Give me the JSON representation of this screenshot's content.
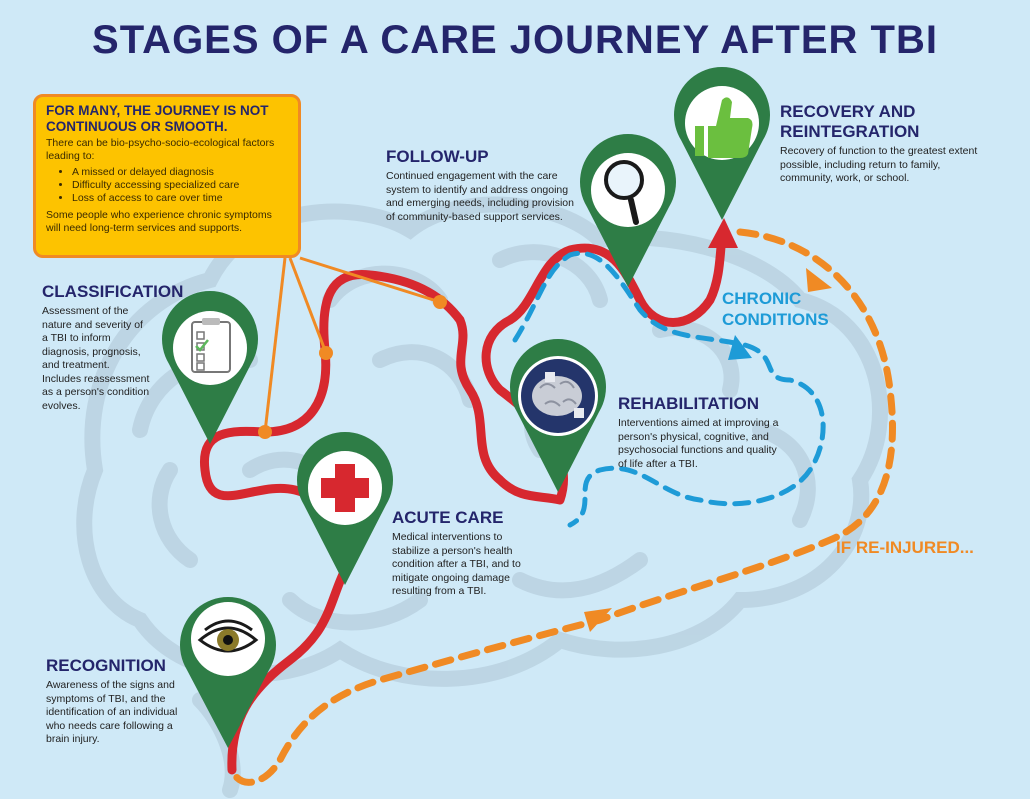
{
  "title": "STAGES OF A CARE JOURNEY AFTER TBI",
  "callout": {
    "heading": "FOR MANY, THE JOURNEY IS NOT CONTINUOUS OR SMOOTH.",
    "intro": "There can be bio-psycho-socio-ecological factors leading to:",
    "bullets": [
      "A missed or delayed diagnosis",
      "Difficulty accessing specialized care",
      "Loss of access to care over time"
    ],
    "note": "Some people who experience chronic symptoms will need long-term services and supports."
  },
  "stages": {
    "classification": {
      "title": "CLASSIFICATION",
      "desc": "Assessment of the nature and severity of a TBI to inform diagnosis, prognosis, and treatment. Includes reassessment as a person's condition evolves."
    },
    "follow_up": {
      "title": "FOLLOW-UP",
      "desc": "Continued engagement with the care system to identify and address ongoing and emerging needs, including provision of community-based support services."
    },
    "recovery": {
      "title_line1": "RECOVERY AND",
      "title_line2": "REINTEGRATION",
      "desc": "Recovery of function to the greatest extent possible, including return to family, community, work, or school."
    },
    "rehabilitation": {
      "title": "REHABILITATION",
      "desc": "Interventions aimed at improving a person's physical, cognitive, and psychosocial functions and quality of life after a TBI."
    },
    "acute_care": {
      "title": "ACUTE CARE",
      "desc": "Medical interventions to stabilize a person's health condition after a TBI, and to mitigate ongoing damage resulting from a TBI."
    },
    "recognition": {
      "title": "RECOGNITION",
      "desc": "Awareness of the signs and symptoms of TBI, and the identification of an individual who needs care following a brain injury."
    }
  },
  "labels": {
    "chronic_line1": "CHRONIC",
    "chronic_line2": "CONDITIONS",
    "reinjured": "IF RE-INJURED..."
  },
  "icons": {
    "recognition": "eye-icon",
    "acute_care": "red-cross-icon",
    "classification": "checklist-icon",
    "rehabilitation": "brain-puzzle-icon",
    "follow_up": "magnifier-icon",
    "recovery": "thumbs-up-icon"
  },
  "colors": {
    "background": "#cfe9f7",
    "title": "#24256b",
    "path_red": "#d7282f",
    "chronic_blue": "#1e9bd7",
    "reinjury_orange": "#f08a24",
    "pin_green": "#2e7d46",
    "callout_yellow": "#fdc300"
  }
}
